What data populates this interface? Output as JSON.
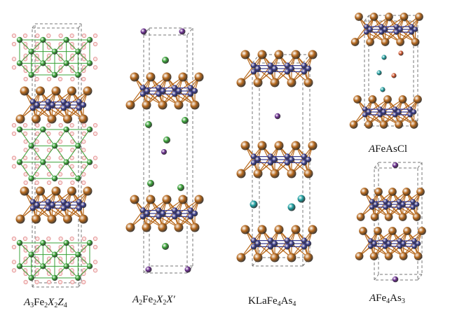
{
  "figure": {
    "panels": [
      {
        "id": "a3fe2x2z4",
        "label_parts": [
          {
            "t": "A",
            "style": "i"
          },
          {
            "t": "3",
            "style": "sub"
          },
          {
            "t": "Fe",
            "style": "n"
          },
          {
            "t": "2",
            "style": "sub"
          },
          {
            "t": "X",
            "style": "i"
          },
          {
            "t": "2",
            "style": "sub"
          },
          {
            "t": "Z",
            "style": "i"
          },
          {
            "t": "4",
            "style": "sub"
          }
        ]
      },
      {
        "id": "a2fe2x2xprime",
        "label_parts": [
          {
            "t": "A",
            "style": "i"
          },
          {
            "t": "2",
            "style": "sub"
          },
          {
            "t": "Fe",
            "style": "n"
          },
          {
            "t": "2",
            "style": "sub"
          },
          {
            "t": "X",
            "style": "i"
          },
          {
            "t": "2",
            "style": "sub"
          },
          {
            "t": "X′",
            "style": "i"
          }
        ]
      },
      {
        "id": "klafe4as4",
        "label_parts": [
          {
            "t": "KLaFe",
            "style": "n"
          },
          {
            "t": "4",
            "style": "sub"
          },
          {
            "t": "As",
            "style": "n"
          },
          {
            "t": "4",
            "style": "sub"
          }
        ]
      },
      {
        "id": "afeascl",
        "label_parts": [
          {
            "t": "A",
            "style": "i"
          },
          {
            "t": "FeAsCl",
            "style": "n"
          }
        ]
      },
      {
        "id": "afe4as3",
        "label_parts": [
          {
            "t": "A",
            "style": "i"
          },
          {
            "t": "Fe",
            "style": "n"
          },
          {
            "t": "4",
            "style": "sub"
          },
          {
            "t": "As",
            "style": "n"
          },
          {
            "t": "3",
            "style": "sub"
          }
        ]
      }
    ],
    "colors": {
      "pnictogen": "#b86a1e",
      "iron": "#3d3f8f",
      "spacer_cation": "#3aa338",
      "chalcogen": "#e79a9a",
      "alkali": "#6a2d8f",
      "lanthanum": "#1fa2a3",
      "chlorine": "#d4542a",
      "cell_edge": "#777777"
    }
  }
}
